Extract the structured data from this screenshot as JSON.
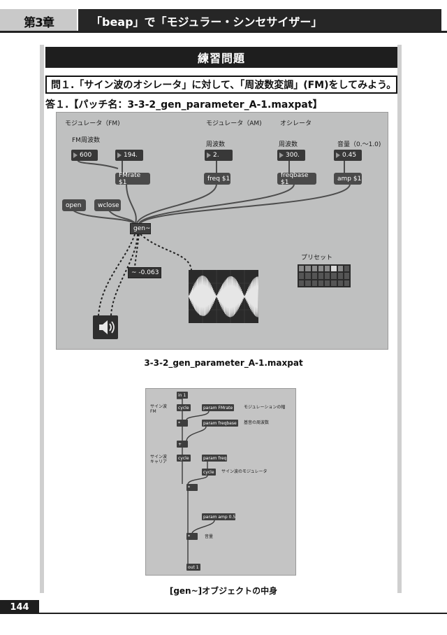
{
  "header": {
    "chapter": "第3章",
    "title": "「beap」で「モジュラー・シンセサイザー」"
  },
  "exercise_title": "練習問題",
  "question": "問１.「サイン波のオシレータ」に対して、「周波数変調」(FM)をしてみよう。",
  "answer": "答１.【パッチ名：3-3-2_gen_parameter_A-1.maxpat】",
  "patch1": {
    "labels": {
      "mod_fm": "モジュレータ（FM)",
      "fm_freq": "FM周波数",
      "mod_am": "モジュレータ（AM)",
      "osc": "オシレータ",
      "freq_am": "周波数",
      "freq_osc": "周波数",
      "volume": "音量（0.～1.0)",
      "preset": "プリセット"
    },
    "numboxes": [
      "600",
      "194.",
      "2.",
      "300.",
      "0.45"
    ],
    "messages": {
      "fmrate": "FMrate $1",
      "freq": "freq $1",
      "freqbase": "freqbase $1",
      "amp": "amp $1",
      "open": "open",
      "wclose": "wclose"
    },
    "gen": "gen~",
    "readout": "~ -0.063"
  },
  "caption1": "3-3-2_gen_parameter_A-1.maxpat",
  "patch2": {
    "in": "in 1",
    "cycle1": "cycle",
    "param_fmrate": "param FMrate",
    "label_mod_amount": "モジュレーションの幅",
    "mul1": "*",
    "param_freqbase": "param freqbase",
    "label_base_freq": "基音の周波数",
    "plus": "+",
    "cycle2": "cycle",
    "param_freq": "param freq",
    "cycle3": "cycle",
    "label_sine_mod": "サイン波のモジュレータ",
    "mul2": "*",
    "param_amp": "param amp 0.5",
    "mul3": "*",
    "label_volume": "音量",
    "out": "out 1",
    "label_sine_fm_1": "サイン波",
    "label_sine_fm_2": "FM",
    "label_sine_carrier_1": "サイン波",
    "label_sine_carrier_2": "キャリア"
  },
  "caption2": "[gen~]オブジェクトの中身",
  "page_number": "144"
}
